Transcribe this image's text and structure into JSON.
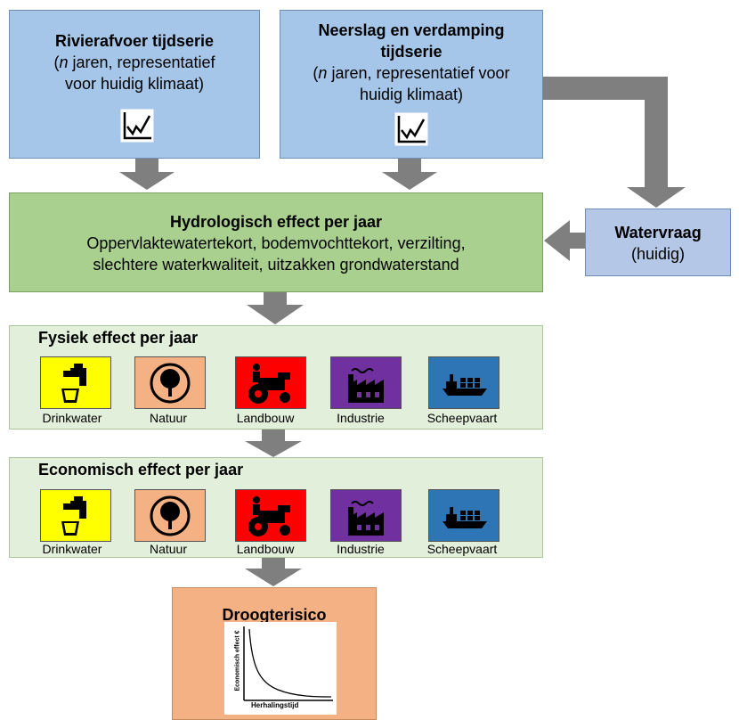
{
  "river": {
    "title": "Rivierafvoer tijdserie",
    "n": "n",
    "line2_rest": " jaren, representatief",
    "line3": "voor huidig klimaat)",
    "open_paren": "("
  },
  "precip": {
    "title1": "Neerslag en verdamping",
    "title2": "tijdserie",
    "n": "n",
    "line3_rest": " jaren, representatief voor",
    "line4": "huidig klimaat)",
    "open_paren": "("
  },
  "hydro": {
    "title": "Hydrologisch effect per jaar",
    "line1": "Oppervlaktewatertekort, bodemvochttekort, verzilting,",
    "line2": "slechtere waterkwaliteit, uitzakken grondwaterstand"
  },
  "demand": {
    "title": "Watervraag",
    "sub": "(huidig)"
  },
  "physical": {
    "title": "Fysiek effect per jaar"
  },
  "economic": {
    "title": "Economisch effect per jaar"
  },
  "sectors": [
    {
      "label": "Drinkwater",
      "color": "#ffff00",
      "icon": "tap-icon"
    },
    {
      "label": "Natuur",
      "color": "#f4b183",
      "icon": "tree-icon"
    },
    {
      "label": "Landbouw",
      "color": "#ff0000",
      "icon": "tractor-icon"
    },
    {
      "label": "Industrie",
      "color": "#7030a0",
      "icon": "factory-icon"
    },
    {
      "label": "Scheepvaart",
      "color": "#2e75b6",
      "icon": "ship-icon"
    }
  ],
  "risk": {
    "title": "Droogterisico",
    "ylabel": "Economisch effect €",
    "xlabel": "Herhalingstijd"
  },
  "colors": {
    "arrow": "#7f7f7f"
  }
}
